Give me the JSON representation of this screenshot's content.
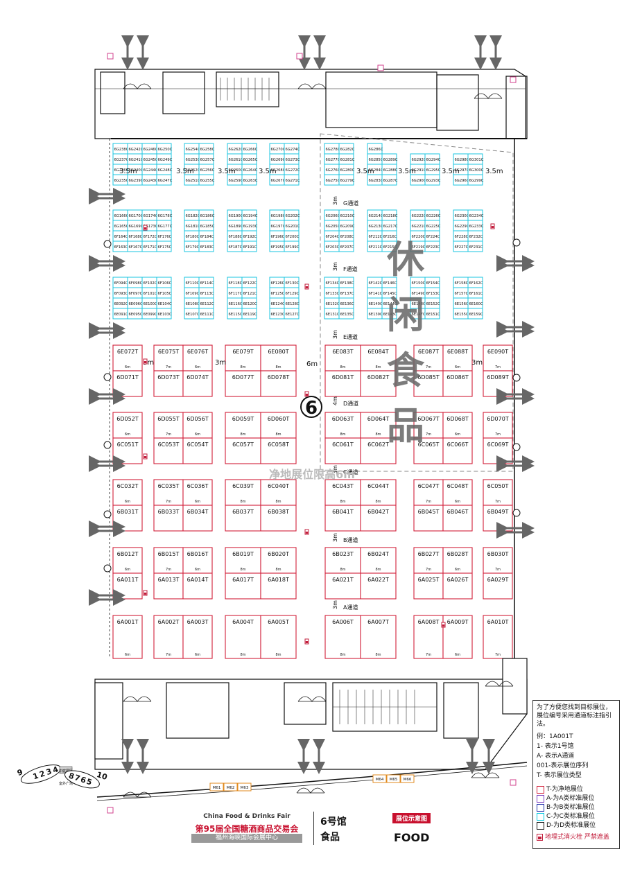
{
  "hall": {
    "number": "6",
    "leisure_food_chars": [
      "休",
      "闲",
      "食",
      "品"
    ],
    "raw_space_label": "净地展位限高6m"
  },
  "aisles": {
    "G": "G通道",
    "F": "F通道",
    "E": "E通道",
    "D": "D通道",
    "C": "C通道",
    "B": "B通道",
    "A": "A通道"
  },
  "gaps": {
    "g35": "3.5m",
    "g3": "3m",
    "g4": "4m",
    "g6": "6m",
    "w6": "6m",
    "w7": "7m",
    "w8": "8m",
    "d10": "10m"
  },
  "booths_T": [
    "6E072T",
    "6E075T",
    "6E076T",
    "6E079T",
    "6E080T",
    "6E083T",
    "6E084T",
    "6E087T",
    "6E088T",
    "6E090T",
    "6D071T",
    "6D073T",
    "6D074T",
    "6D077T",
    "6D078T",
    "6D081T",
    "6D082T",
    "6D085T",
    "6D086T",
    "6D089T",
    "6D052T",
    "6D055T",
    "6D056T",
    "6D059T",
    "6D060T",
    "6D063T",
    "6D064T",
    "6D067T",
    "6D068T",
    "6D070T",
    "6C051T",
    "6C053T",
    "6C054T",
    "6C057T",
    "6C058T",
    "6C061T",
    "6C062T",
    "6C065T",
    "6C066T",
    "6C069T",
    "6C032T",
    "6C035T",
    "6C036T",
    "6C039T",
    "6C040T",
    "6C043T",
    "6C044T",
    "6C047T",
    "6C048T",
    "6C050T",
    "6B031T",
    "6B033T",
    "6B034T",
    "6B037T",
    "6B038T",
    "6B041T",
    "6B042T",
    "6B045T",
    "6B046T",
    "6B049T",
    "6B012T",
    "6B015T",
    "6B016T",
    "6B019T",
    "6B020T",
    "6B023T",
    "6B024T",
    "6B027T",
    "6B028T",
    "6B030T",
    "6A011T",
    "6A013T",
    "6A014T",
    "6A017T",
    "6A018T",
    "6A021T",
    "6A022T",
    "6A025T",
    "6A026T",
    "6A029T",
    "6A001T",
    "6A002T",
    "6A003T",
    "6A004T",
    "6A005T",
    "6A006T",
    "6A007T",
    "6A008T",
    "6A009T",
    "6A010T"
  ],
  "booths_C_G": [
    [
      "6G238C",
      "6G242C",
      "6G246C",
      "6G250C",
      "6G254C",
      "6G258C",
      "6G262C",
      "6G266C",
      "6G270C",
      "6G274C",
      "6G278C",
      "6G282C",
      "6G286C",
      "",
      "",
      "",
      "",
      "",
      ""
    ],
    [
      "6G237C",
      "6G241C",
      "6G245C",
      "6G249C",
      "6G253C",
      "6G257C",
      "6G261C",
      "6G265C",
      "6G269C",
      "6G273C",
      "6G277C",
      "6G281C",
      "6G285C",
      "6G289C",
      "6G292C",
      "6G294C",
      "6G298C",
      "6G301C",
      ""
    ],
    [
      "6G236C",
      "6G240C",
      "6G244C",
      "6G248C",
      "6G252C",
      "6G256C",
      "6G260C",
      "6G264C",
      "6G268C",
      "6G272C",
      "6G276C",
      "6G280C",
      "6G284C",
      "6G288C",
      "6G291C",
      "6G295C",
      "6G297C",
      "6G300C",
      ""
    ],
    [
      "6G235C",
      "6G239C",
      "6G243C",
      "6G247C",
      "6G251C",
      "6G255C",
      "6G259C",
      "6G263C",
      "6G267C",
      "6G271C",
      "6G275C",
      "6G279C",
      "6G283C",
      "6G287C",
      "6G290C",
      "6G293C",
      "6G296C",
      "6G299C",
      ""
    ]
  ],
  "booths_C_F": [
    [
      "6G166C",
      "6G170C",
      "6G174C",
      "6G178C",
      "6G182C",
      "6G186C",
      "6G190C",
      "6G194C",
      "6G198C",
      "6G202C",
      "6G206C",
      "6G210C",
      "6G214C",
      "6G218C",
      "6G222C",
      "6G226C",
      "6G230C",
      "6G234C"
    ],
    [
      "6G165C",
      "6G169C",
      "6G173C",
      "6G177C",
      "6G181C",
      "6G185C",
      "6G189C",
      "6G193C",
      "6G197C",
      "6G201C",
      "6G205C",
      "6G209C",
      "6G213C",
      "6G217C",
      "6G221C",
      "6G225C",
      "6G229C",
      "6G233C"
    ],
    [
      "6F164C",
      "6F168C",
      "6F172C",
      "6F176C",
      "6F180C",
      "6F184C",
      "6F188C",
      "6F192C",
      "6F196C",
      "6F200C",
      "6F204C",
      "6F208C",
      "6F212C",
      "6F216C",
      "6F220C",
      "6F224C",
      "6F228C",
      "6F232C"
    ],
    [
      "6F163C",
      "6F167C",
      "6F171C",
      "6F175C",
      "6F179C",
      "6F183C",
      "6F187C",
      "6F191C",
      "6F195C",
      "6F199C",
      "6F203C",
      "6F207C",
      "6F211C",
      "6F215C",
      "6F219C",
      "6F223C",
      "6F227C",
      "6F231C"
    ]
  ],
  "booths_C_E": [
    [
      "6F094C",
      "6F098C",
      "6F102C",
      "6F106C",
      "6F110C",
      "6F114C",
      "6F118C",
      "6F122C",
      "6F126C",
      "6F130C",
      "6F134C",
      "6F138C",
      "6F142C",
      "6F146C",
      "6F150C",
      "6F154C",
      "6F158C",
      "6F162C"
    ],
    [
      "6F093C",
      "6F097C",
      "6F101C",
      "6F105C",
      "6F109C",
      "6F113C",
      "6F117C",
      "6F121C",
      "6F125C",
      "6F129C",
      "6F133C",
      "6F137C",
      "6F141C",
      "6F145C",
      "6F149C",
      "6F153C",
      "6F157C",
      "6F161C"
    ],
    [
      "6E092C",
      "6E096C",
      "6E100C",
      "6E104C",
      "6E108C",
      "6E112C",
      "6E116C",
      "6E120C",
      "6E124C",
      "6E128C",
      "6E132C",
      "6E136C",
      "6E140C",
      "6E144C",
      "6E148C",
      "6E152C",
      "6E156C",
      "6E160C"
    ],
    [
      "6E091C",
      "6E095C",
      "6E099C",
      "6E103C",
      "6E107C",
      "6E111C",
      "6E115C",
      "6E119C",
      "6E123C",
      "6E127C",
      "6E131C",
      "6E135C",
      "6E139C",
      "6E143C",
      "6E147C",
      "6E151C",
      "6E155C",
      "6E159C"
    ]
  ],
  "shops": [
    "M61",
    "M62",
    "M63",
    "M64",
    "M65",
    "M66"
  ],
  "zones": {
    "left_nums": [
      "9",
      "1",
      "2",
      "3",
      "4"
    ],
    "right_nums": [
      "8",
      "7",
      "6",
      "5",
      "10"
    ],
    "center_top": "中庭展区",
    "center_bottom": "室外广场"
  },
  "fair": {
    "en": "China Food & Drinks Fair",
    "cn": "第95届全国糖酒商品交易会",
    "venue": "福州海峡国际会展中心",
    "hall_no": "6号馆",
    "hall_cat": "食品",
    "plan_badge": "展位示意图",
    "food": "FOOD"
  },
  "legend": {
    "note": "为了方便您找到目标展位，展位编号采用通道标注指引法。",
    "example_title": "例：1A001T",
    "ex1": "1-   表示1号馆",
    "ex2": "A-   表示A通道",
    "ex3": "001-表示展位序列",
    "ex4": "T-   表示展位类型",
    "items": [
      {
        "label": "T-为净地展位",
        "color": "#d2203a"
      },
      {
        "label": "A-为A类标准展位",
        "color": "#7b3fbf"
      },
      {
        "label": "B-为B类标准展位",
        "color": "#2233aa"
      },
      {
        "label": "C-为C类标准展位",
        "color": "#00c8e0"
      },
      {
        "label": "D-为D类标准展位",
        "color": "#111111"
      }
    ],
    "hydrant": "地埋式消火栓  严禁遮盖"
  }
}
